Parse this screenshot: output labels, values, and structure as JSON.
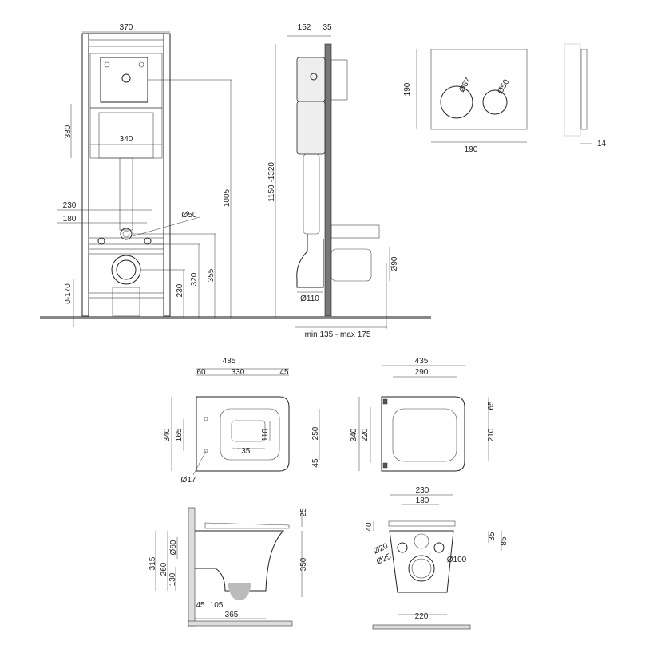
{
  "frame_front": {
    "width": "370",
    "cistern_height": "380",
    "panel_width": "340",
    "outlet_spacing_outer": "230",
    "outlet_spacing_inner": "180",
    "outlet_diameter": "Ø50",
    "foot_adjust": "0-170",
    "drain_height": "230",
    "studs_height": "320",
    "outlet_height": "355",
    "button_height": "1005"
  },
  "frame_side": {
    "depth": "152",
    "wall": "35",
    "height_range": "1150 -1320",
    "drain_diameter": "Ø110",
    "connector_diameter": "Ø90",
    "offset_range": "min 135 - max 175"
  },
  "flush_button": {
    "height": "190",
    "big_button": "Ø67",
    "small_button": "Ø50",
    "width": "190",
    "thickness": "14"
  },
  "bowl_top": {
    "length": "485",
    "rear_offset": "60",
    "inner_length": "330",
    "front_offset": "45",
    "width": "340",
    "mount_spacing": "165",
    "inner_width": "250",
    "outlet_width": "110",
    "outlet_length": "135",
    "front_gap": "45",
    "mount_hole": "Ø17"
  },
  "seat_top": {
    "length": "435",
    "inner_length": "290",
    "rear_depth": "65",
    "width": "340",
    "hinge_spacing": "220",
    "inner_width": "210"
  },
  "bowl_side": {
    "seat_thickness": "25",
    "total_height": "315",
    "inlet_height": "260",
    "outlet_height": "130",
    "inlet_diameter": "Ø60",
    "bowl_height": "350",
    "wall_gap": "45",
    "outlet_offset": "105",
    "projection": "365"
  },
  "bowl_back": {
    "stud_spacing_outer": "230",
    "stud_spacing_inner": "180",
    "seat_offset": "40",
    "stud_diameter": "Ø20",
    "stud_hole": "Ø25",
    "stud_height": "35",
    "stud_height_total": "85",
    "outlet_diameter": "Ø100",
    "base_width": "220"
  }
}
